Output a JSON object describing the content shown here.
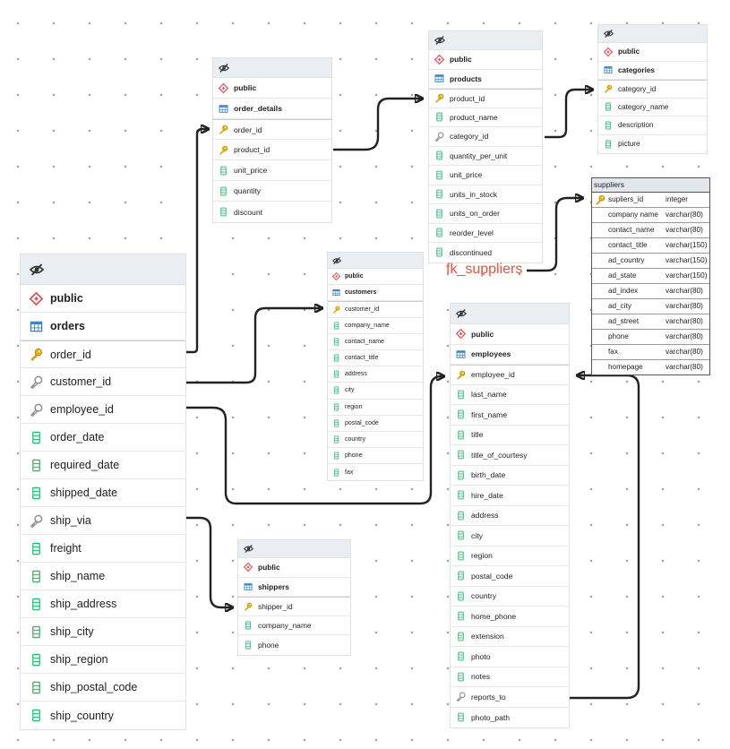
{
  "colors": {
    "schema_icon": "#e05252",
    "table_icon": "#3b86c6",
    "key_icon": "#e9b800",
    "fk_icon": "#8f8f8f",
    "column_icon": "#2bb673",
    "label": "#e5533a"
  },
  "tables": {
    "orders": {
      "schema": "public",
      "name": "orders",
      "columns": [
        {
          "name": "order_id",
          "kind": "pk"
        },
        {
          "name": "customer_id",
          "kind": "fk"
        },
        {
          "name": "employee_id",
          "kind": "fk"
        },
        {
          "name": "order_date",
          "kind": "col"
        },
        {
          "name": "required_date",
          "kind": "col"
        },
        {
          "name": "shipped_date",
          "kind": "col"
        },
        {
          "name": "ship_via",
          "kind": "fk"
        },
        {
          "name": "freight",
          "kind": "col"
        },
        {
          "name": "ship_name",
          "kind": "col"
        },
        {
          "name": "ship_address",
          "kind": "col"
        },
        {
          "name": "ship_city",
          "kind": "col"
        },
        {
          "name": "ship_region",
          "kind": "col"
        },
        {
          "name": "ship_postal_code",
          "kind": "col"
        },
        {
          "name": "ship_country",
          "kind": "col"
        }
      ]
    },
    "order_details": {
      "schema": "public",
      "name": "order_details",
      "columns": [
        {
          "name": "order_id",
          "kind": "pk"
        },
        {
          "name": "product_id",
          "kind": "pk"
        },
        {
          "name": "unit_price",
          "kind": "col"
        },
        {
          "name": "quantity",
          "kind": "col"
        },
        {
          "name": "discount",
          "kind": "col"
        }
      ]
    },
    "products": {
      "schema": "public",
      "name": "products",
      "columns": [
        {
          "name": "product_id",
          "kind": "pk"
        },
        {
          "name": "product_name",
          "kind": "col"
        },
        {
          "name": "category_id",
          "kind": "fk"
        },
        {
          "name": "quantity_per_unit",
          "kind": "col"
        },
        {
          "name": "unit_price",
          "kind": "col"
        },
        {
          "name": "units_in_stock",
          "kind": "col"
        },
        {
          "name": "units_on_order",
          "kind": "col"
        },
        {
          "name": "reorder_level",
          "kind": "col"
        },
        {
          "name": "discontinued",
          "kind": "col"
        }
      ]
    },
    "categories": {
      "schema": "public",
      "name": "categories",
      "columns": [
        {
          "name": "category_id",
          "kind": "pk"
        },
        {
          "name": "category_name",
          "kind": "col"
        },
        {
          "name": "description",
          "kind": "col"
        },
        {
          "name": "picture",
          "kind": "col"
        }
      ]
    },
    "customers": {
      "schema": "public",
      "name": "customers",
      "columns": [
        {
          "name": "customer_id",
          "kind": "pk"
        },
        {
          "name": "company_name",
          "kind": "col"
        },
        {
          "name": "contact_name",
          "kind": "col"
        },
        {
          "name": "contact_title",
          "kind": "col"
        },
        {
          "name": "address",
          "kind": "col"
        },
        {
          "name": "city",
          "kind": "col"
        },
        {
          "name": "region",
          "kind": "col"
        },
        {
          "name": "postal_code",
          "kind": "col"
        },
        {
          "name": "country",
          "kind": "col"
        },
        {
          "name": "phone",
          "kind": "col"
        },
        {
          "name": "fax",
          "kind": "col"
        }
      ]
    },
    "employees": {
      "schema": "public",
      "name": "employees",
      "columns": [
        {
          "name": "employee_id",
          "kind": "pk"
        },
        {
          "name": "last_name",
          "kind": "col"
        },
        {
          "name": "first_name",
          "kind": "col"
        },
        {
          "name": "title",
          "kind": "col"
        },
        {
          "name": "title_of_courtesy",
          "kind": "col"
        },
        {
          "name": "birth_date",
          "kind": "col"
        },
        {
          "name": "hire_date",
          "kind": "col"
        },
        {
          "name": "address",
          "kind": "col"
        },
        {
          "name": "city",
          "kind": "col"
        },
        {
          "name": "region",
          "kind": "col"
        },
        {
          "name": "postal_code",
          "kind": "col"
        },
        {
          "name": "country",
          "kind": "col"
        },
        {
          "name": "home_phone",
          "kind": "col"
        },
        {
          "name": "extension",
          "kind": "col"
        },
        {
          "name": "photo",
          "kind": "col"
        },
        {
          "name": "notes",
          "kind": "col"
        },
        {
          "name": "reports_to",
          "kind": "fk"
        },
        {
          "name": "photo_path",
          "kind": "col"
        }
      ]
    },
    "shippers": {
      "schema": "public",
      "name": "shippers",
      "columns": [
        {
          "name": "shipper_id",
          "kind": "pk"
        },
        {
          "name": "company_name",
          "kind": "col"
        },
        {
          "name": "phone",
          "kind": "col"
        }
      ]
    }
  },
  "suppliers": {
    "name": "suppliers",
    "columns": [
      {
        "name": "supliers_id",
        "type": "integer",
        "pk": true
      },
      {
        "name": "company name",
        "type": "varchar(80)",
        "pk": false
      },
      {
        "name": "contact_name",
        "type": "varchar(80)",
        "pk": false
      },
      {
        "name": "contact_title",
        "type": "varchar(150)",
        "pk": false
      },
      {
        "name": "ad_country",
        "type": "varchar(150)",
        "pk": false
      },
      {
        "name": "ad_state",
        "type": "varchar(150)",
        "pk": false
      },
      {
        "name": "ad_index",
        "type": "varchar(80)",
        "pk": false
      },
      {
        "name": "ad_city",
        "type": "varchar(80)",
        "pk": false
      },
      {
        "name": "ad_street",
        "type": "varchar(80)",
        "pk": false
      },
      {
        "name": "phone",
        "type": "varchar(80)",
        "pk": false
      },
      {
        "name": "fax",
        "type": "varchar(80)",
        "pk": false
      },
      {
        "name": "homepage",
        "type": "varchar(80)",
        "pk": false
      }
    ]
  },
  "fk_label": "fk_suppliers"
}
